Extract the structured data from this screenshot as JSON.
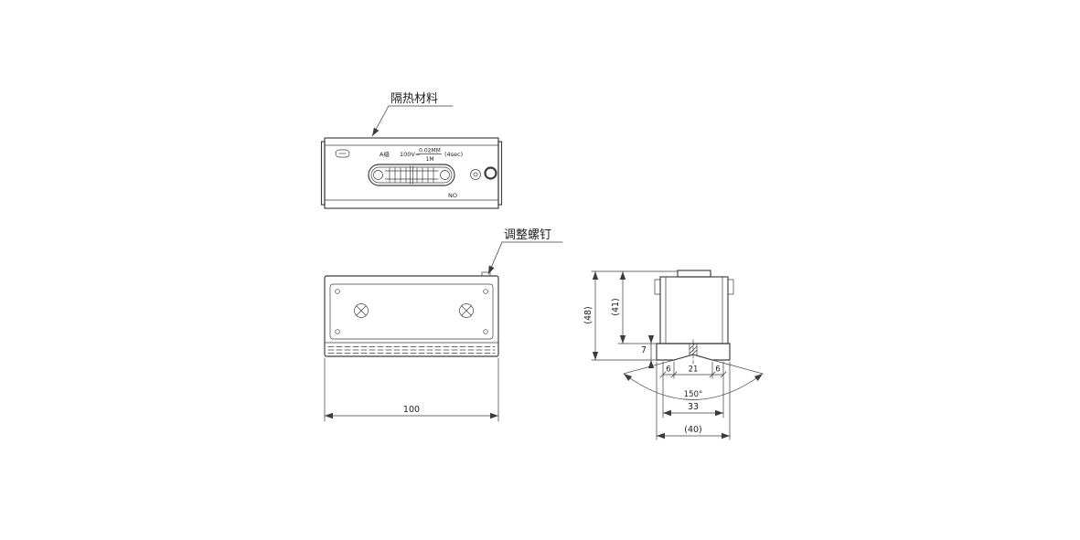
{
  "page": {
    "background": "#ffffff",
    "line_color": "#3c3c3c"
  },
  "callouts": {
    "insulation": "隔热材料",
    "adjust_screw": "调整螺钉"
  },
  "front_view": {
    "grade": "A级",
    "voltage": "100V=",
    "frac_num": "0.02MM",
    "frac_den": "1M",
    "seconds": "(4sec)",
    "no_label": "NO"
  },
  "dims": {
    "length": "100",
    "total_height": "(48)",
    "body_height": "(41)",
    "base_height": "7",
    "flat_left": "6",
    "groove_width": "21",
    "flat_right": "6",
    "angle": "150°",
    "groove_span": "33",
    "overall_width": "(40)"
  }
}
